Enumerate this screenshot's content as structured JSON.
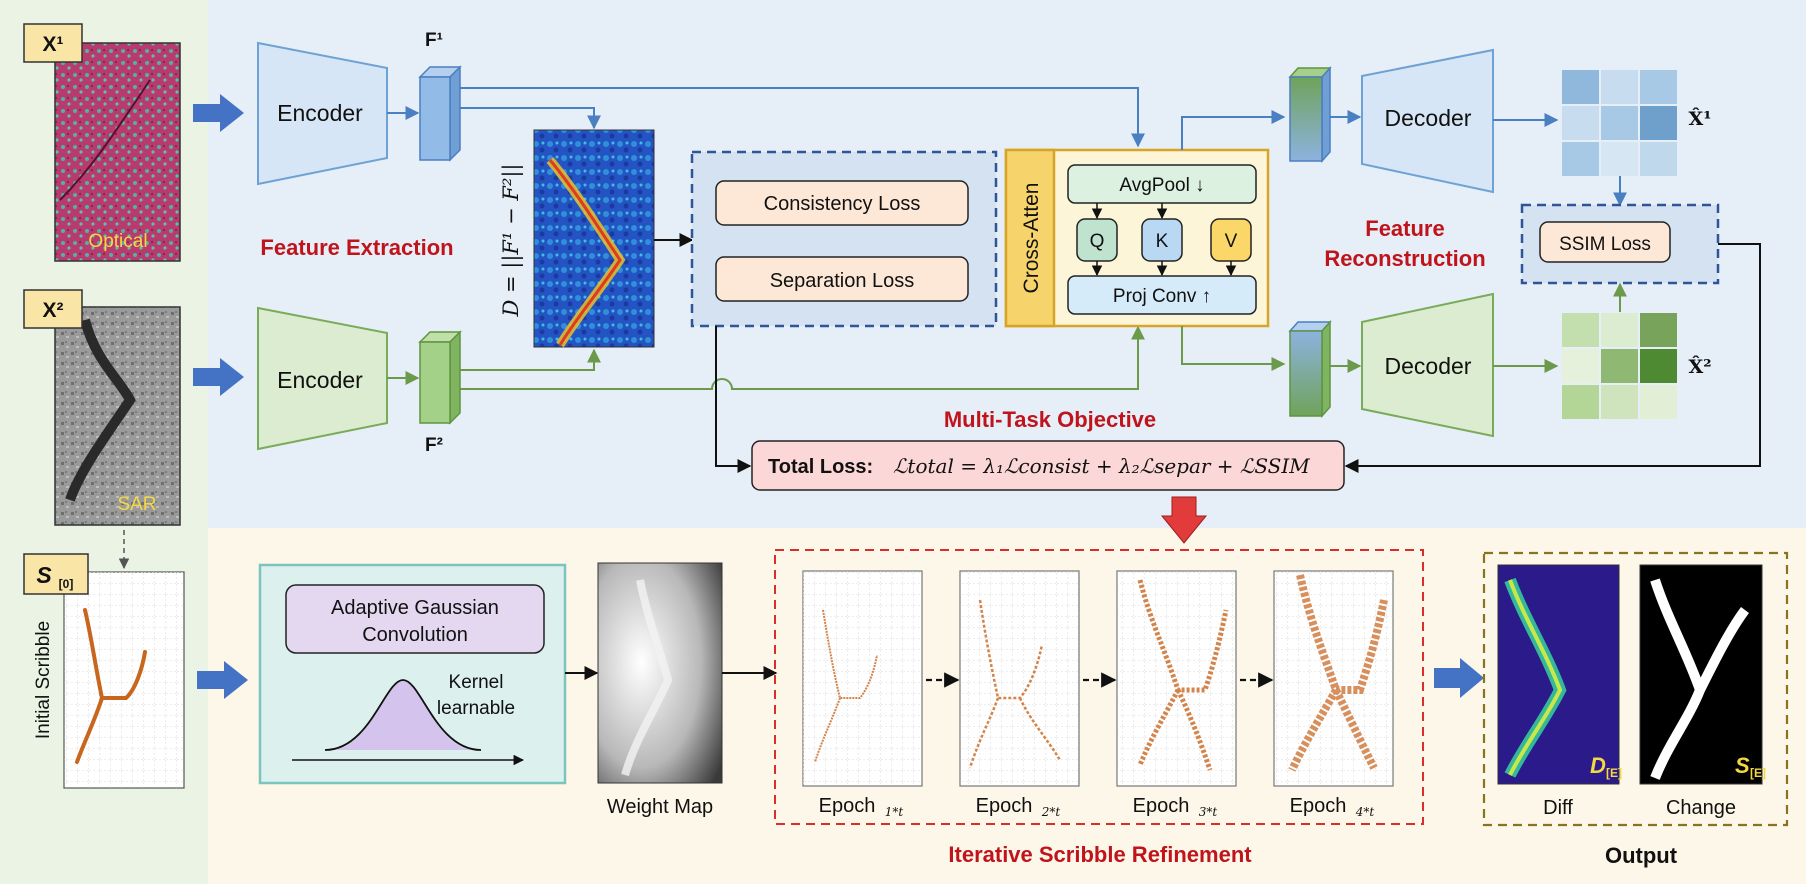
{
  "inputs": {
    "x1_label": "X¹",
    "optical_caption": "Optical",
    "x2_label": "X²",
    "sar_caption": "SAR",
    "s0_label_main": "S",
    "s0_label_sub": "[0]",
    "initial_scribble": "Initial Scribble"
  },
  "feature_extraction": {
    "encoder_top": "Encoder",
    "encoder_bottom": "Encoder",
    "f1_label": "F¹",
    "f2_label": "F²",
    "title": "Feature Extraction",
    "diff_formula": "D = ||F¹ − F²||"
  },
  "losses": {
    "consistency": "Consistency Loss",
    "separation": "Separation Loss",
    "ssim": "SSIM Loss"
  },
  "cross_attention": {
    "title": "Cross-Atten",
    "avgpool": "AvgPool ↓",
    "q": "Q",
    "k": "K",
    "v": "V",
    "proj": "Proj Conv ↑"
  },
  "reconstruction": {
    "decoder_top": "Decoder",
    "decoder_bottom": "Decoder",
    "xhat1": "X̂¹",
    "xhat2": "X̂²",
    "title_line1": "Feature",
    "title_line2": "Reconstruction"
  },
  "objective": {
    "title": "Multi-Task Objective",
    "total_prefix": "Total Loss:",
    "formula": "ℒtotal = λ₁ℒconsist + λ₂ℒsepar + ℒSSIM"
  },
  "refinement": {
    "agc_line1": "Adaptive Gaussian",
    "agc_line2": "Convolution",
    "kernel_line1": "Kernel",
    "kernel_line2": "learnable",
    "weight_map": "Weight Map",
    "epochs": [
      "Epoch",
      "Epoch",
      "Epoch",
      "Epoch"
    ],
    "epoch_subs": [
      "1*t",
      "2*t",
      "3*t",
      "4*t"
    ],
    "title": "Iterative Scribble Refinement"
  },
  "output": {
    "diff_tag_main": "D",
    "diff_tag_sub": "[E]",
    "change_tag_main": "S",
    "change_tag_sub": "[E]",
    "diff_caption": "Diff",
    "change_caption": "Change",
    "title": "Output"
  },
  "colors": {
    "blue_branch": "#4a7fc1",
    "green_branch": "#6a9a4a",
    "title_red": "#c0141c",
    "input_panel": "#eaf3e4",
    "top_panel": "#e6eef7",
    "bottom_panel": "#fdf7e9"
  }
}
